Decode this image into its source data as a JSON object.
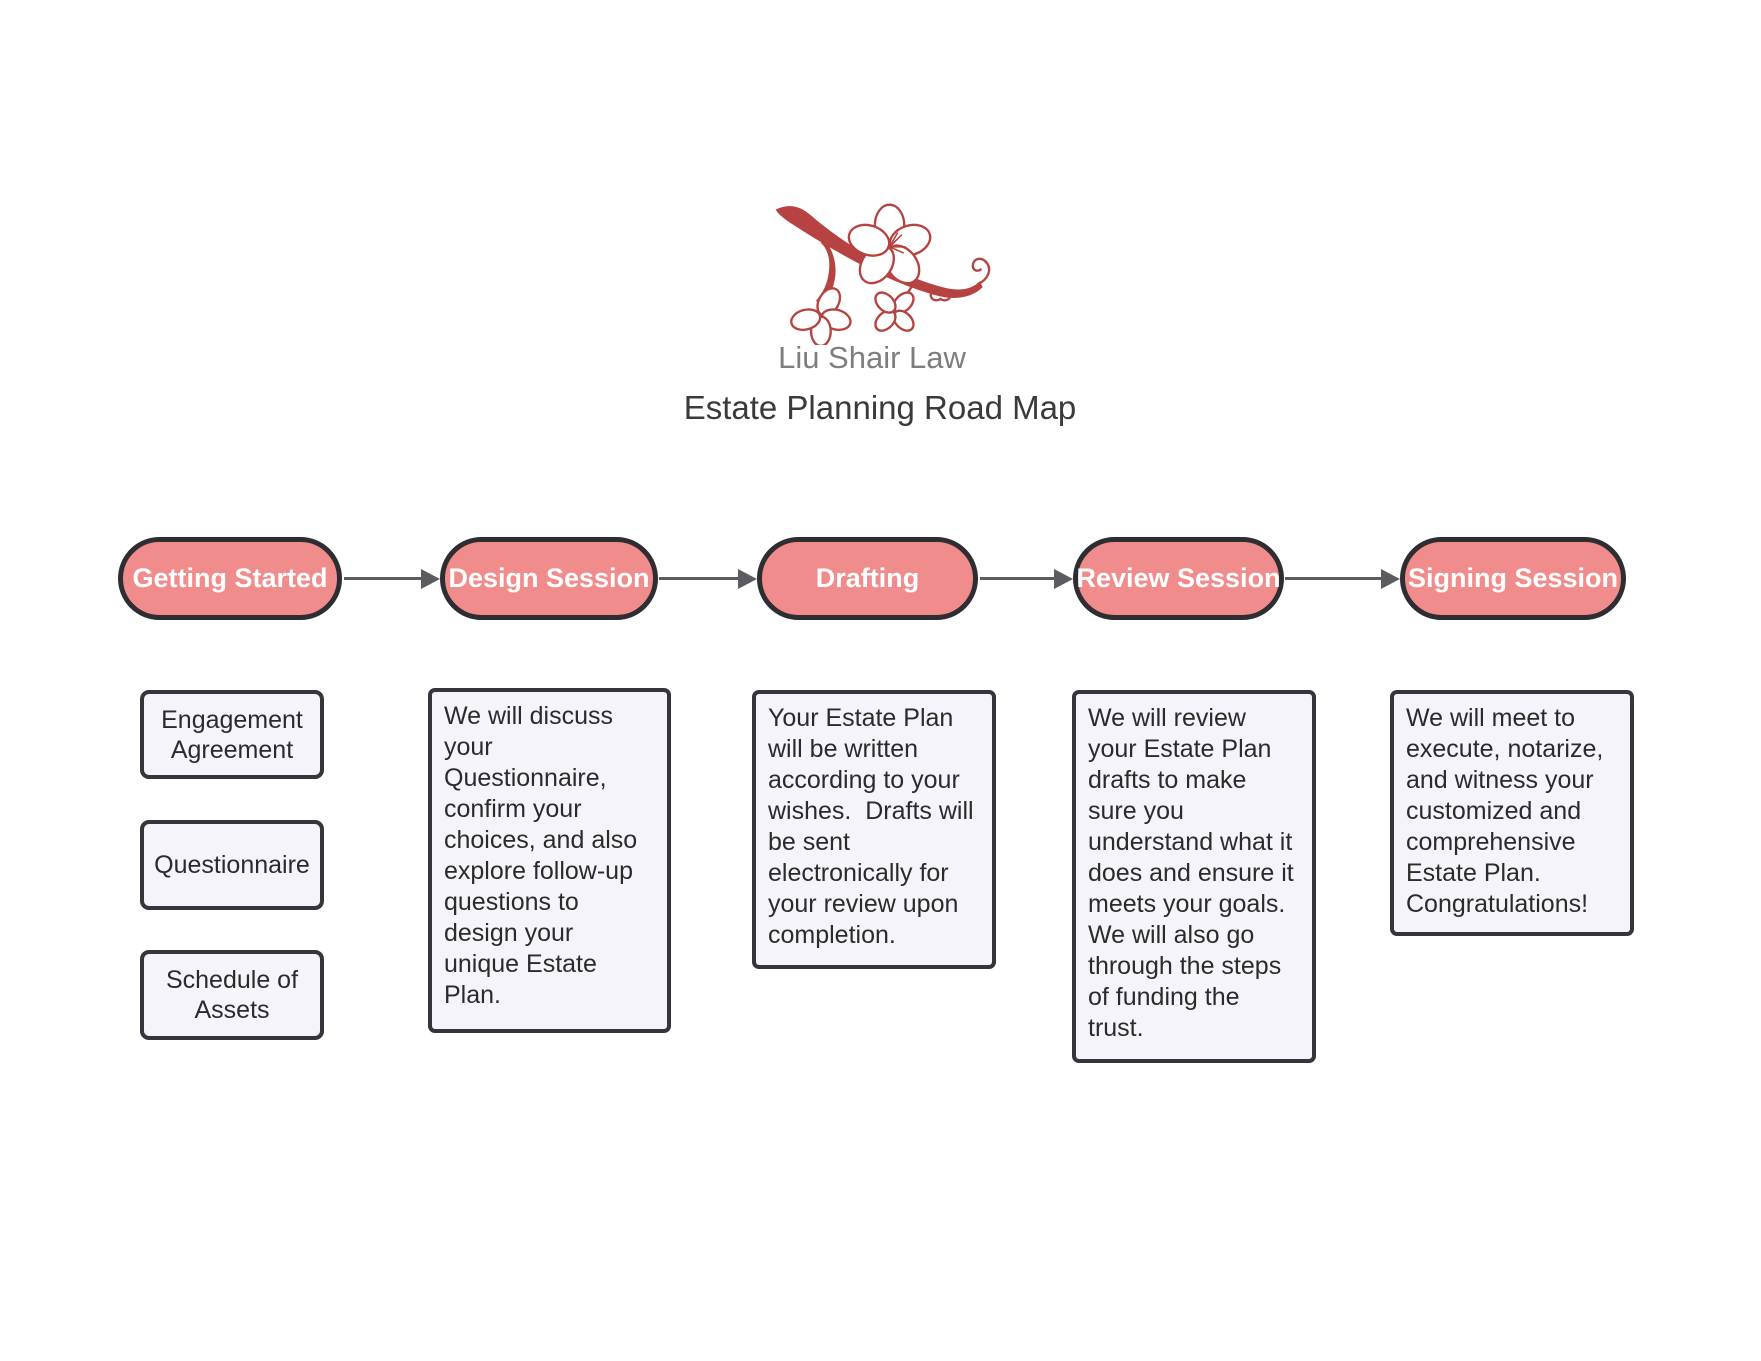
{
  "theme": {
    "background": "#ffffff",
    "accent": "#f18c8c",
    "node_border": "#2e2e32",
    "stage_text": "#ffffff",
    "box_fill": "#f4f4fa",
    "box_border": "#35353b",
    "arrow": "#5c5c60",
    "logo": "#b64341",
    "brand": "#7e7e7e",
    "title": "#3a3a3a",
    "text": "#2b2b2b"
  },
  "header": {
    "brand": "Liu Shair Law",
    "title": "Estate Planning Road Map"
  },
  "stages": [
    {
      "label": "Getting Started",
      "items": [
        "Engagement Agreement",
        "Questionnaire",
        "Schedule of Assets"
      ]
    },
    {
      "label": "Design Session",
      "description": "We will discuss\nyour\nQuestionnaire,\nconfirm your\nchoices, and also\nexplore follow-up\nquestions to\ndesign your\nunique Estate\nPlan."
    },
    {
      "label": "Drafting",
      "description": "Your Estate Plan\nwill be written\naccording to your\nwishes.  Drafts will\nbe sent\nelectronically for\nyour review upon\ncompletion."
    },
    {
      "label": "Review Session",
      "description": "We will review\nyour Estate Plan\ndrafts to make\nsure you\nunderstand what it\ndoes and ensure it\nmeets your goals.\nWe will also go\nthrough the steps\nof funding the\ntrust."
    },
    {
      "label": "Signing Session",
      "description": "We will meet to\nexecute, notarize,\nand witness your\ncustomized and\ncomprehensive\nEstate Plan.\nCongratulations!"
    }
  ]
}
